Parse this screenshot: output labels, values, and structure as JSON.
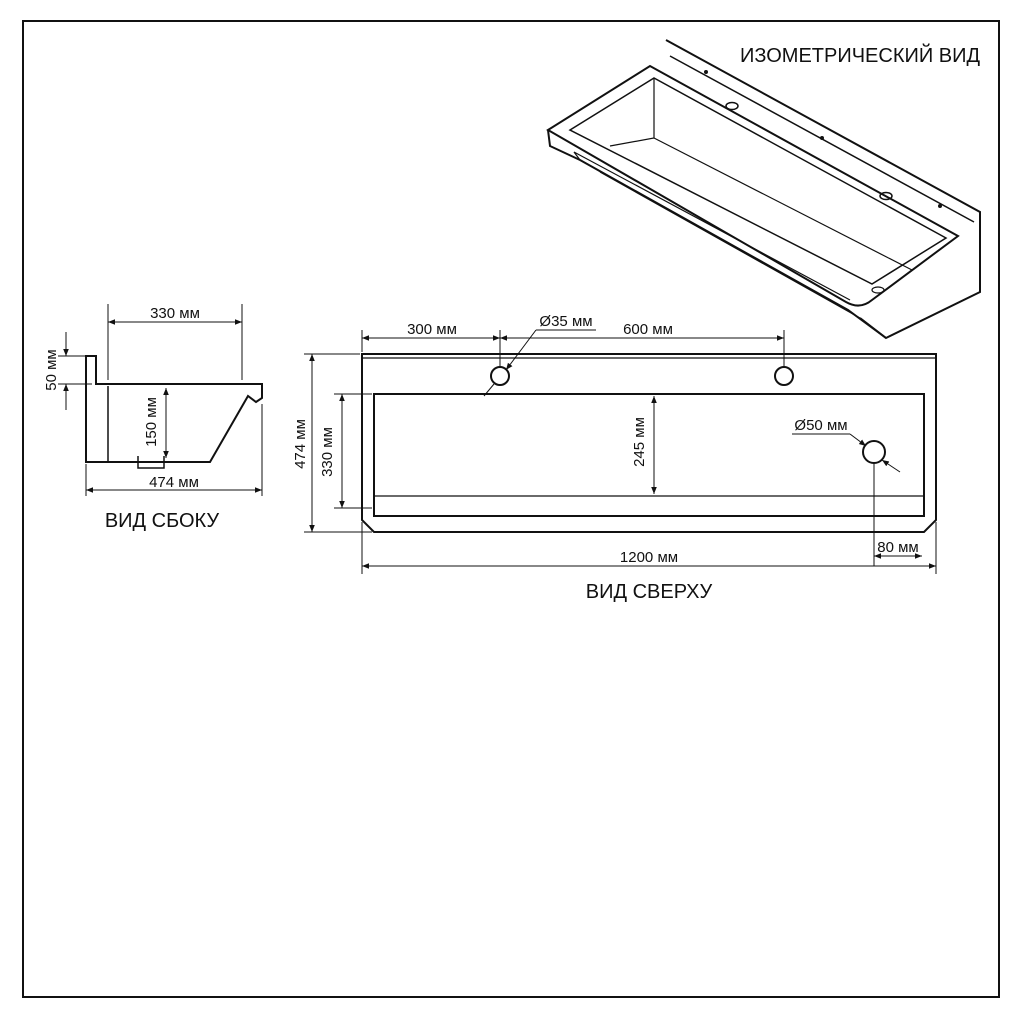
{
  "titles": {
    "isometric": "ИЗОМЕТРИЧЕСКИЙ ВИД",
    "side": "ВИД СБОКУ",
    "top": "ВИД СВЕРХУ"
  },
  "side_view": {
    "width_top": "330 мм",
    "lip_height": "50 мм",
    "depth": "150 мм",
    "width_total": "474 мм"
  },
  "top_view": {
    "offset_left": "300 мм",
    "hole_diameter": "Ø35 мм",
    "hole_spacing": "600 мм",
    "height_total": "474 мм",
    "height_inner": "330 мм",
    "bowl_depth": "245 мм",
    "drain_diameter": "Ø50 мм",
    "drain_offset": "80 мм",
    "length_total": "1200 мм"
  }
}
